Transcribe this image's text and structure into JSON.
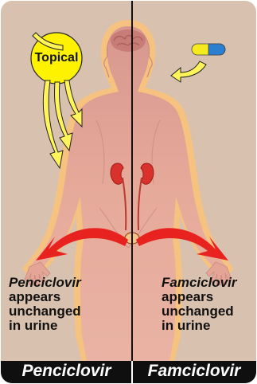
{
  "topical_label": "Topical",
  "left_caption": {
    "drug": "Penciclovir",
    "line1": "appears",
    "line2": "unchanged",
    "line3": "in urine"
  },
  "right_caption": {
    "drug": "Famciclovir",
    "line1": "appears",
    "line2": "unchanged",
    "line3": "in urine"
  },
  "bottom_labels": {
    "left": "Penciclovir",
    "right": "Famciclovir"
  },
  "colors": {
    "background": "#d8c1ae",
    "body_fill": "#e2a89a",
    "body_glow": "#f3b97a",
    "topical_fill": "#fff200",
    "arrow_red": "#e8231f",
    "pill_yellow": "#f5ea1c",
    "pill_blue": "#2a7fd0",
    "bottom_bar": "#0f0f0f"
  }
}
